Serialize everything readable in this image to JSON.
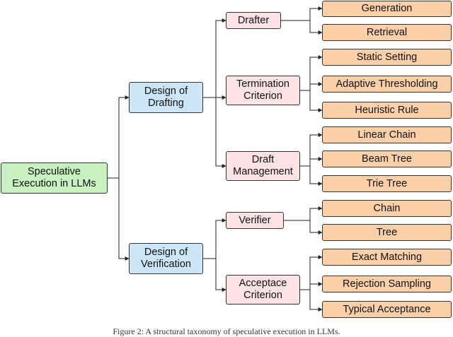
{
  "colors": {
    "root": "#c8f0c0",
    "level1": "#cce6f8",
    "level2": "#fde2e6",
    "leaf": "#fbd0a8",
    "edge": "#222222"
  },
  "diagram": {
    "root": "Speculative\nExecution in LLMs",
    "design_drafting": "Design of\nDrafting",
    "design_verification": "Design of\nVerification",
    "drafter": "Drafter",
    "termination_criterion": "Termination\nCriterion",
    "draft_management": "Draft\nManagement",
    "verifier": "Verifier",
    "acceptance_criterion": "Acceptace\nCriterion",
    "leaves": {
      "generation": "Generation",
      "retrieval": "Retrieval",
      "static_setting": "Static Setting",
      "adaptive_thresholding": "Adaptive Thresholding",
      "heuristic_rule": "Heuristic Rule",
      "linear_chain": "Linear Chain",
      "beam_tree": "Beam Tree",
      "trie_tree": "Trie Tree",
      "chain": "Chain",
      "tree": "Tree",
      "exact_matching": "Exact Matching",
      "rejection_sampling": "Rejection Sampling",
      "typical_acceptance": "Typical Acceptance"
    }
  },
  "caption": "Figure 2: A structural taxonomy of speculative execution in LLMs."
}
